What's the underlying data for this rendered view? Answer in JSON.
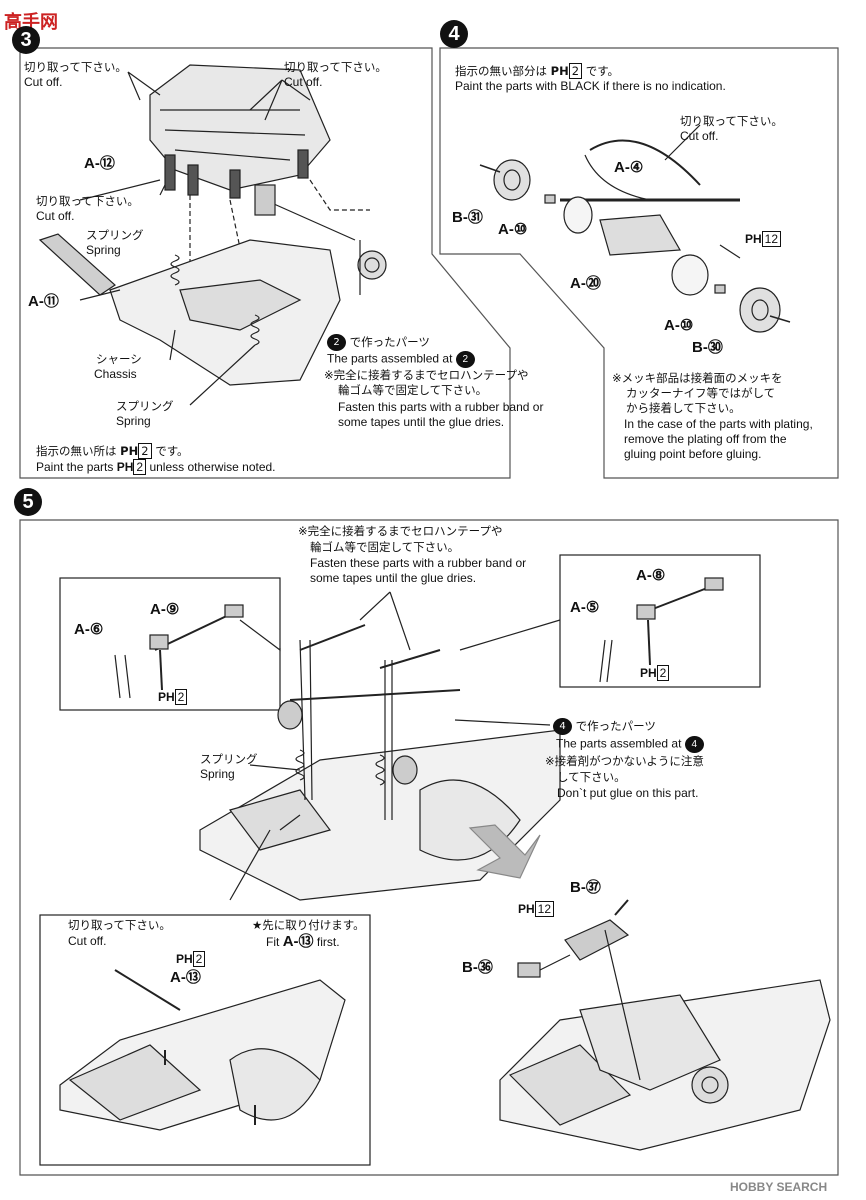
{
  "watermark": {
    "site_cn": "高手网",
    "hobby": "HOBBY SEARCH"
  },
  "step3": {
    "number": "3",
    "cut_tl_jp": "切り取って下さい。",
    "cut_tl_en": "Cut off.",
    "cut_tr_jp": "切り取って下さい。",
    "cut_tr_en": "Cut off.",
    "cut_ml_jp": "切り取って下さい。",
    "cut_ml_en": "Cut off.",
    "part_a12": "A-⑫",
    "spring1_jp": "スプリング",
    "spring1_en": "Spring",
    "part_a11": "A-⑪",
    "chassis_jp": "シャーシ",
    "chassis_en": "Chassis",
    "spring2_jp": "スプリング",
    "spring2_en": "Spring",
    "made_at": "で作ったパーツ",
    "made_num": "2",
    "assembled_en": "The parts assembled at",
    "note_jp1": "※完全に接着するまでセロハンテープや",
    "note_jp2": "輪ゴム等で固定して下さい。",
    "note_en1": "Fasten this parts with a rubber band or",
    "note_en2": "some tapes until the glue dries.",
    "paint_jp": "指示の無い所は",
    "paint_jp_tail": "です。",
    "paint_en": "Paint the parts",
    "paint_en_tail": "unless otherwise noted.",
    "ph_code": "PH",
    "ph_num": "2"
  },
  "step4": {
    "number": "4",
    "paint_jp": "指示の無い部分は",
    "paint_jp_tail": "です。",
    "paint_en": "Paint the parts with BLACK  if there is no indication.",
    "cut_jp": "切り取って下さい。",
    "cut_en": "Cut off.",
    "part_a4": "A-④",
    "part_b31": "B-㉛",
    "part_a10_1": "A-⑩",
    "part_a20": "A-⑳",
    "part_a10_2": "A-⑩",
    "part_b30": "B-㉚",
    "ph12": "12",
    "note_jp1": "※メッキ部品は接着面のメッキを",
    "note_jp2": "カッターナイフ等ではがして",
    "note_jp3": "から接着して下さい。",
    "note_en1": "In the case of the parts with plating,",
    "note_en2": "remove the plating off from the",
    "note_en3": "gluing point before gluing."
  },
  "step5": {
    "number": "5",
    "fasten_jp1": "※完全に接着するまでセロハンテープや",
    "fasten_jp2": "輪ゴム等で固定して下さい。",
    "fasten_en1": "Fasten these parts with a rubber band or",
    "fasten_en2": "some tapes until the glue dries.",
    "left_a9": "A-⑨",
    "left_a6": "A-⑥",
    "left_ph": "2",
    "right_a8": "A-⑧",
    "right_a5": "A-⑤",
    "right_ph": "2",
    "made_at": "で作ったパーツ",
    "made_num": "4",
    "assembled_en": "The parts assembled at",
    "noglue_jp1": "※接着剤がつかないように注意",
    "noglue_jp2": "して下さい。",
    "noglue_en": "Don`t put glue on this part.",
    "spring_jp": "スプリング",
    "spring_en": "Spring",
    "inset_cut_jp": "切り取って下さい。",
    "inset_cut_en": "Cut off.",
    "fit_jp": "★先に取り付けます。",
    "fit_en_pre": "Fit",
    "fit_part": "A-⑬",
    "fit_en_post": "first.",
    "inset_ph": "2",
    "inset_a13": "A-⑬",
    "b37": "B-㊲",
    "b36": "B-㊱",
    "ph12": "12"
  }
}
